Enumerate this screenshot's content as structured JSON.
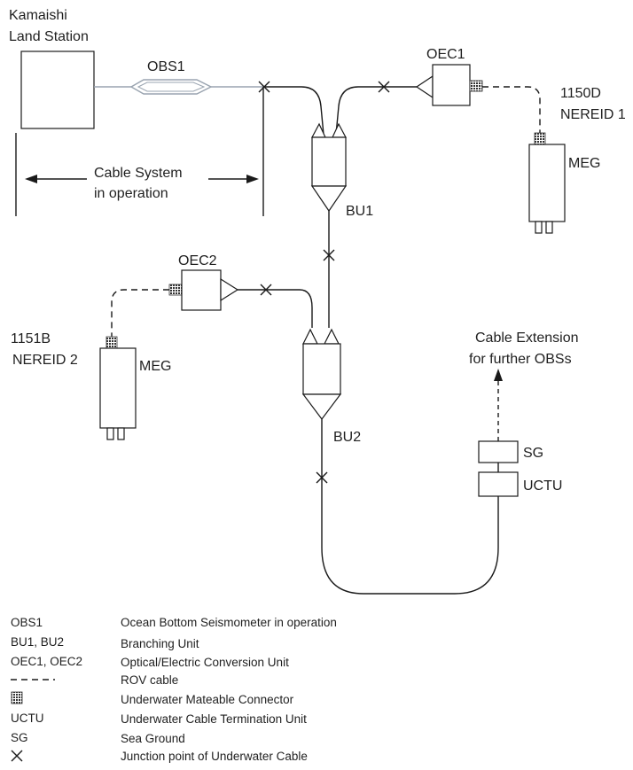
{
  "labels": {
    "station": [
      "Kamaishi",
      "Land Station"
    ],
    "obs1": "OBS1",
    "oec1": "OEC1",
    "oec2": "OEC2",
    "nereid1": [
      "1150D",
      "NEREID 1"
    ],
    "nereid2": [
      "1151B",
      "NEREID 2"
    ],
    "meg": "MEG",
    "bu1": "BU1",
    "bu2": "BU2",
    "cable_system": [
      "Cable System",
      "in operation"
    ],
    "extension": [
      "Cable Extension",
      "for further OBSs"
    ],
    "sg": "SG",
    "uctu": "UCTU"
  },
  "legend": [
    {
      "key": "OBS1",
      "desc": "Ocean Bottom Seismometer in operation"
    },
    {
      "key": "BU1, BU2",
      "desc": "Branching Unit"
    },
    {
      "key": "OEC1, OEC2",
      "desc": "Optical/Electric Conversion Unit"
    },
    {
      "key": "",
      "desc": "ROV cable",
      "symbol": "dashed-line-icon"
    },
    {
      "key": "",
      "desc": "Underwater Mateable Connector",
      "symbol": "connector-icon"
    },
    {
      "key": "UCTU",
      "desc": "Underwater Cable Termination Unit"
    },
    {
      "key": "SG",
      "desc": "Sea Ground"
    },
    {
      "key": "",
      "desc": "Junction point of Underwater Cable",
      "symbol": "junction-x-icon"
    }
  ]
}
